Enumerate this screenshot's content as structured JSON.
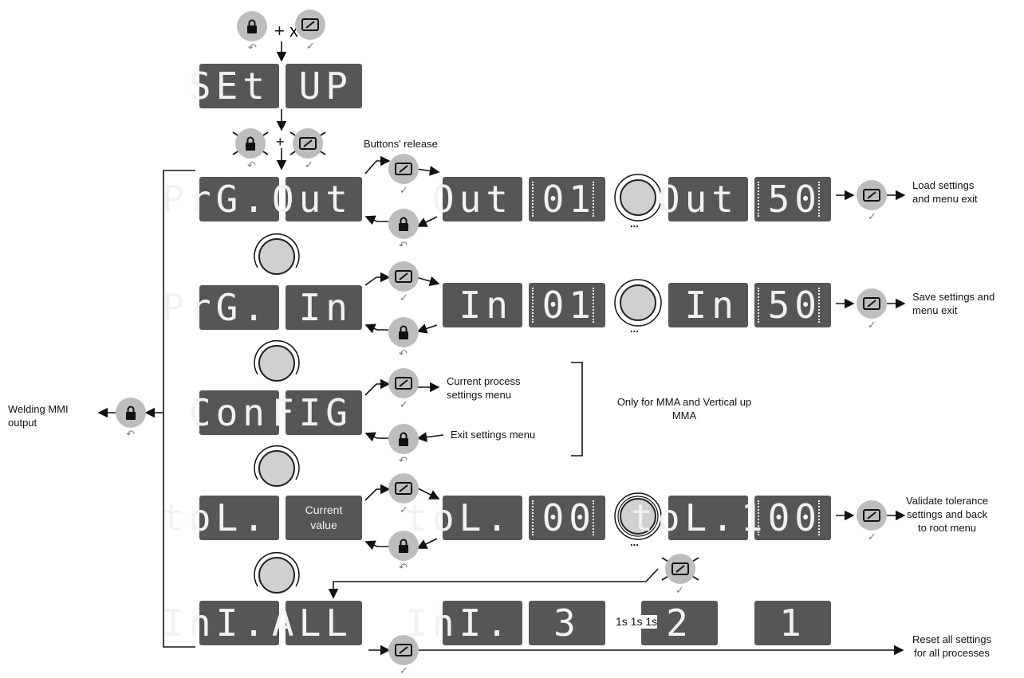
{
  "top": {
    "hold_label": "+ x 3s",
    "plus": "+"
  },
  "setup_display": [
    "SEt",
    "UP"
  ],
  "release_label": "Buttons' release",
  "rows": {
    "prg_out": {
      "left": [
        "PrG.",
        "Out"
      ],
      "seq": [
        "Out",
        "01",
        "Out",
        "50"
      ],
      "result": "Load settings\nand menu exit"
    },
    "prg_in": {
      "left": [
        "PrG.",
        "In"
      ],
      "seq": [
        "In",
        "01",
        "In",
        "50"
      ],
      "result": "Save settings and\nmenu exit"
    },
    "config": {
      "left": [
        "Con",
        "FIG"
      ],
      "up_label": "Current process\nsettings menu",
      "down_label": "Exit settings menu",
      "note": "Only for MMA and Vertical up\nMMA"
    },
    "tol": {
      "left": [
        "toL.",
        "Current\nvalue"
      ],
      "seq": [
        "toL.",
        "00",
        "toL.",
        "100"
      ],
      "result": "Validate tolerance\nsettings and back\nto root menu"
    },
    "ini": {
      "left": [
        "InI.",
        "ALL"
      ],
      "seq": [
        "InI.",
        "3",
        "2",
        "1"
      ],
      "timer": "1s 1s 1s",
      "result": "Reset all settings\nfor all processes"
    }
  },
  "output_label": "Welding MMI\noutput",
  "ellipsis": "...",
  "icons": {
    "lock": "lock-icon",
    "sel": "select-button-icon",
    "check": "✓",
    "back": "↶"
  }
}
